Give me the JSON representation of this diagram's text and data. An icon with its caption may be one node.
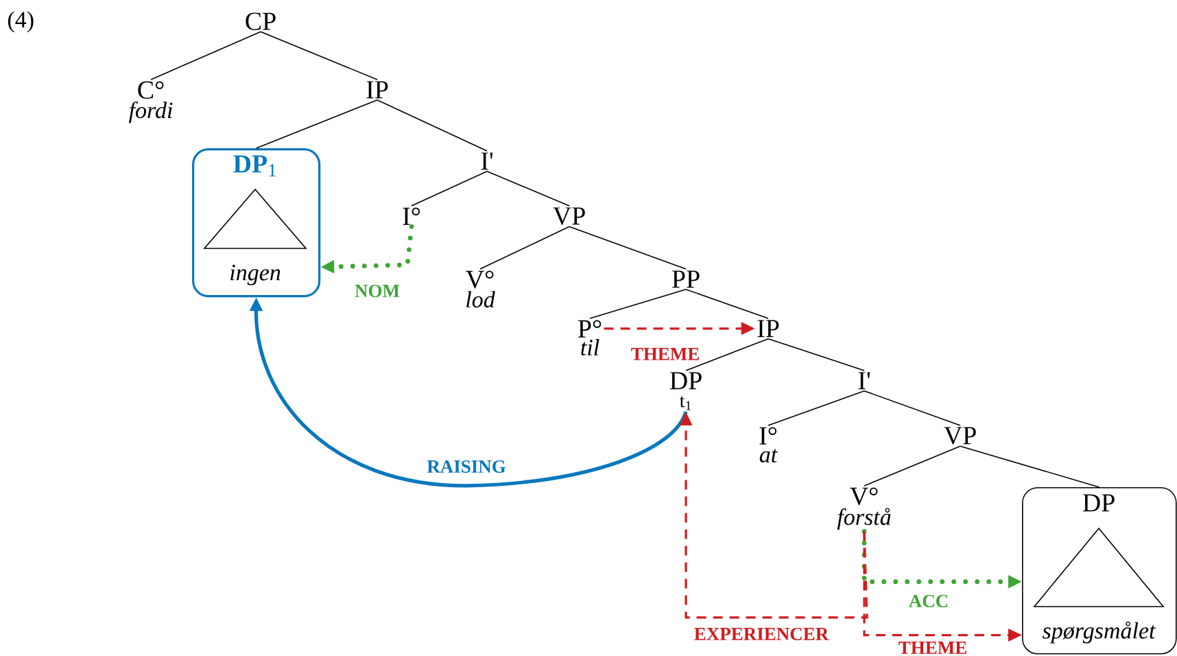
{
  "diagram": {
    "nodes": [
      {
        "text": [
          "CP"
        ]
      },
      {
        "text": [
          "C°",
          "fordi"
        ]
      },
      {
        "text": [
          "IP"
        ]
      },
      {
        "text": [
          "**DP**$_{1}$",
          "ingen"
        ]
      },
      {
        "text": [
          "I'"
        ]
      },
      {
        "text": [
          "I°"
        ]
      },
      {
        "text": [
          "VP"
        ]
      },
      {
        "text": [
          "V°",
          "lod"
        ]
      },
      {
        "text": [
          "PP"
        ]
      },
      {
        "text": [
          "P°",
          "til"
        ]
      },
      {
        "text": [
          "IP"
        ]
      },
      {
        "text": [
          "DP",
          "t$_{1}$"
        ]
      },
      {
        "text": [
          "I'"
        ]
      },
      {
        "text": [
          "I°",
          "at"
        ]
      },
      {
        "text": [
          "VP"
        ]
      },
      {
        "text": [
          "V°",
          "forstå"
        ]
      },
      {
        "text": [
          "DP",
          "spørgsmålet"
        ]
      }
    ],
    "edges": [
      {
        "from": 0,
        "to": 1,
        "arrow": "none"
      },
      {
        "from": 0,
        "to": 2,
        "arrow": "none"
      },
      {
        "from": 2,
        "to": 3,
        "arrow": "none"
      },
      {
        "from": 2,
        "to": 4,
        "arrow": "none"
      },
      {
        "from": 4,
        "to": 5,
        "arrow": "none"
      },
      {
        "from": 4,
        "to": 6,
        "arrow": "none"
      },
      {
        "from": 6,
        "to": 7,
        "arrow": "none"
      },
      {
        "from": 6,
        "to": 8,
        "arrow": "none"
      },
      {
        "from": 8,
        "to": 9,
        "arrow": "none"
      },
      {
        "from": 8,
        "to": 10,
        "arrow": "none"
      },
      {
        "from": 10,
        "to": 11,
        "arrow": "none"
      },
      {
        "from": 10,
        "to": 12,
        "arrow": "none"
      },
      {
        "from": 12,
        "to": 13,
        "arrow": "none"
      },
      {
        "from": 12,
        "to": 14,
        "arrow": "none"
      },
      {
        "from": 14,
        "to": 15,
        "arrow": "none"
      },
      {
        "from": 14,
        "to": 16,
        "arrow": "none"
      },
      {
        "from": 5,
        "to": 3,
        "arrow": "to",
        "label": "NOM",
        "style": "dashed",
        "color": "#3fa535"
      },
      {
        "from": 9,
        "to": 10,
        "arrow": "to",
        "label": "THEME",
        "style": "dashed",
        "color": "#d01c1f"
      },
      {
        "from": 11,
        "to": 3,
        "arrow": "to",
        "label": "RAISING",
        "style": "thick",
        "color": "#0a78bd"
      },
      {
        "from": 15,
        "to": 11,
        "arrow": "to",
        "label": "EXPERIENCER",
        "style": "dashed",
        "color": "#d01c1f"
      },
      {
        "from": 15,
        "to": 16,
        "arrow": "to",
        "label": "ACC",
        "style": "dashed",
        "color": "#3fa535"
      },
      {
        "from": 15,
        "to": 16,
        "arrow": "to",
        "label": "THEME",
        "style": "dashed",
        "color": "#d01c1f"
      }
    ],
    "labels": [
      "(4)"
    ]
  }
}
